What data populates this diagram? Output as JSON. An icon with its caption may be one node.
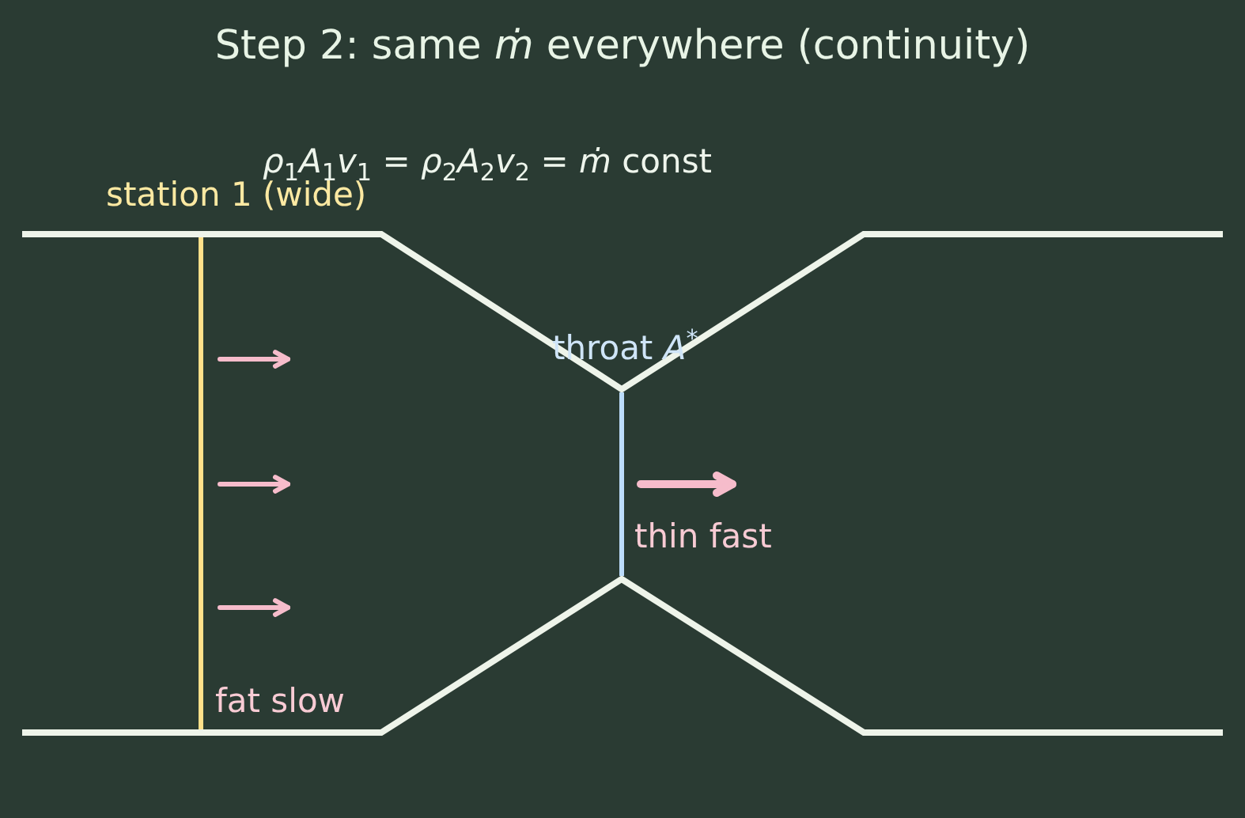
{
  "diagram": {
    "title": "Step 2: same *ṁ* everywhere (continuity)",
    "labels": [
      "*ρ*$_{1}$*A*$_{1}$*v*$_{1}$ = *ρ*$_{2}$*A*$_{2}$*v*$_{2}$ = *ṁ* const",
      "station 1 (wide)",
      "throat *A*$^{*}$",
      "thin fast",
      "fat slow"
    ]
  }
}
